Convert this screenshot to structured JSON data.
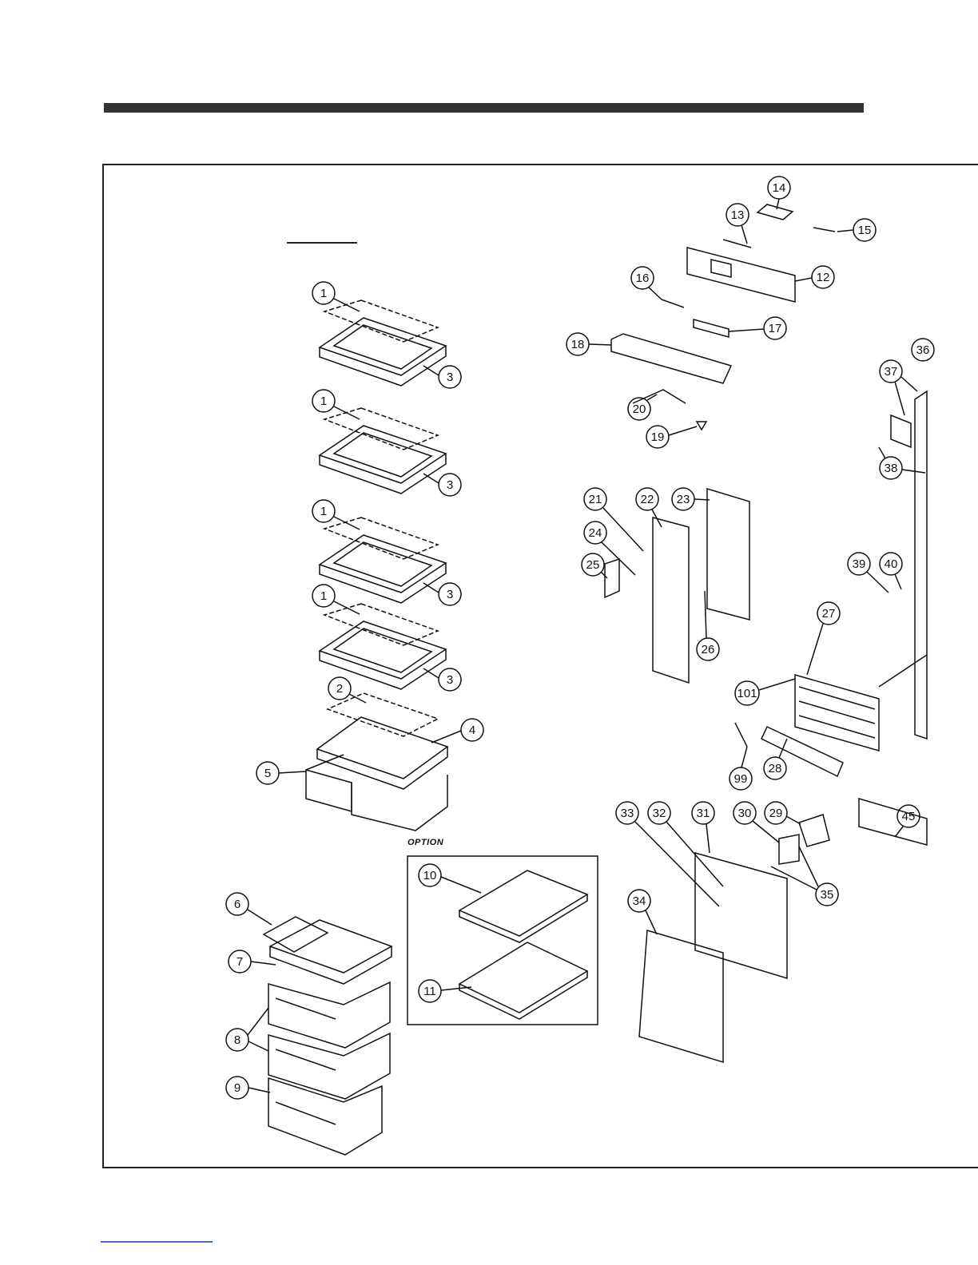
{
  "diagram": {
    "option_label": "OPTION",
    "callouts": [
      "1",
      "3",
      "1",
      "3",
      "1",
      "3",
      "1",
      "3",
      "2",
      "4",
      "5",
      "6",
      "7",
      "8",
      "9",
      "10",
      "11",
      "12",
      "13",
      "14",
      "15",
      "16",
      "17",
      "18",
      "19",
      "20",
      "21",
      "22",
      "23",
      "24",
      "25",
      "26",
      "27",
      "28",
      "29",
      "30",
      "31",
      "32",
      "33",
      "34",
      "35",
      "36",
      "37",
      "38",
      "39",
      "40",
      "45",
      "99",
      "101"
    ]
  },
  "colors": {
    "line": "#111111",
    "header_bar": "#333333",
    "link": "#5566cc"
  }
}
